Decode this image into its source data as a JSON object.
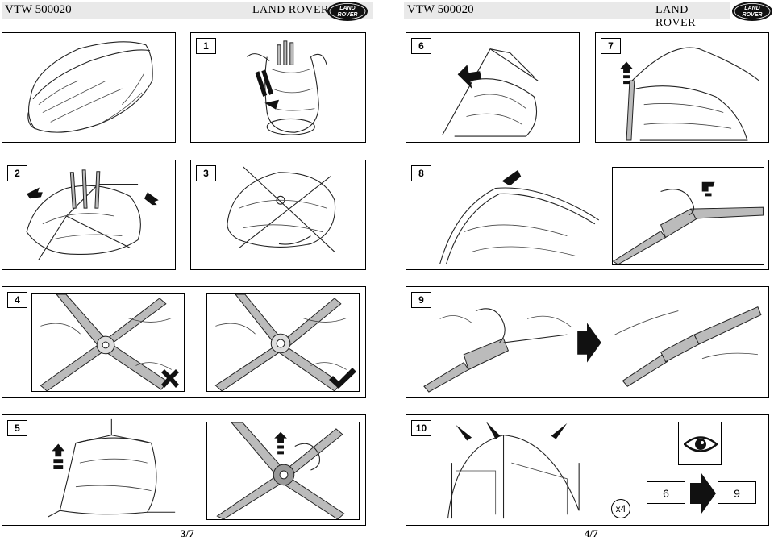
{
  "pages": {
    "left": {
      "code": "VTW 500020",
      "brand": "LAND ROVER",
      "logo_line1": "LAND",
      "logo_line2": "ROVER",
      "page_number": "3/7"
    },
    "right": {
      "code": "VTW 500020",
      "brand": "LAND ROVER",
      "logo_line1": "LAND",
      "logo_line2": "ROVER",
      "page_number": "4/7"
    }
  },
  "steps": {
    "s1": "1",
    "s2": "2",
    "s3": "3",
    "s4": "4",
    "s5": "5",
    "s6": "6",
    "s7": "7",
    "s8": "8",
    "s9": "9",
    "s10": "10"
  },
  "step10": {
    "multiplier": "x4",
    "from_step": "6",
    "to_step": "9",
    "eye_icon": "eye-icon"
  },
  "step4": {
    "wrong_mark": "cross-icon",
    "right_mark": "check-icon"
  },
  "colors": {
    "header_bg": "#e9e9e9",
    "ink": "#000000",
    "pole_grey": "#bbbbbb"
  }
}
